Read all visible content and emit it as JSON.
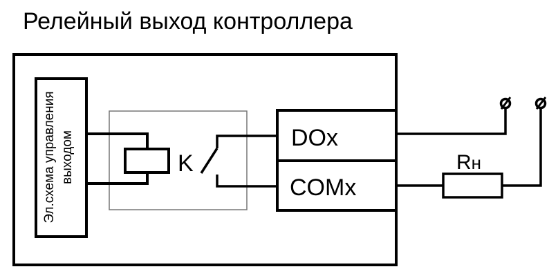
{
  "title": "Релейный выход контроллера",
  "control_block": {
    "label_line1": "Эл.схема управления",
    "label_line2": "выходом"
  },
  "relay": {
    "coil_label": "K"
  },
  "terminals": {
    "do_label": "DOx",
    "com_label": "COMx"
  },
  "load": {
    "resistor_label_main": "R",
    "resistor_label_sub": "н",
    "terminal_symbol": "ø"
  },
  "colors": {
    "line": "#000000",
    "relay_box": "#777777",
    "background": "#ffffff"
  }
}
